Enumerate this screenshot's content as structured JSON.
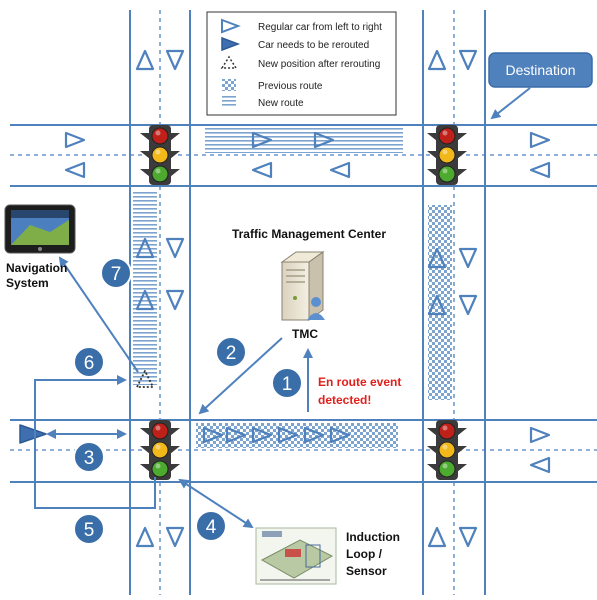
{
  "legend": {
    "items": [
      {
        "label": "Regular car from left to right"
      },
      {
        "label": "Car needs to be rerouted"
      },
      {
        "label": "New position after rerouting"
      },
      {
        "label": "Previous route"
      },
      {
        "label": "New route"
      }
    ]
  },
  "labels": {
    "destination": "Destination",
    "tmc_title": "Traffic Management Center",
    "tmc_short": "TMC",
    "event_line1": "En route event",
    "event_line2": "detected!",
    "nav_line1": "Navigation",
    "nav_line2": "System",
    "sensor_line1": "Induction",
    "sensor_line2": "Loop /",
    "sensor_line3": "Sensor"
  },
  "steps": [
    "1",
    "2",
    "3",
    "4",
    "5",
    "6",
    "7"
  ],
  "colors": {
    "road": "#4f81bd",
    "step_circle": "#3a6ea8",
    "destination_box": "#4f81bd",
    "event_text": "#e0201b",
    "light_red": "#c0201a",
    "light_yellow": "#f2b81a",
    "light_green": "#4caa2e"
  },
  "icons": {
    "tmc": "server-icon",
    "nav": "gps-navigation-icon",
    "sensor": "induction-loop-icon",
    "traffic_light": "traffic-light-icon"
  }
}
